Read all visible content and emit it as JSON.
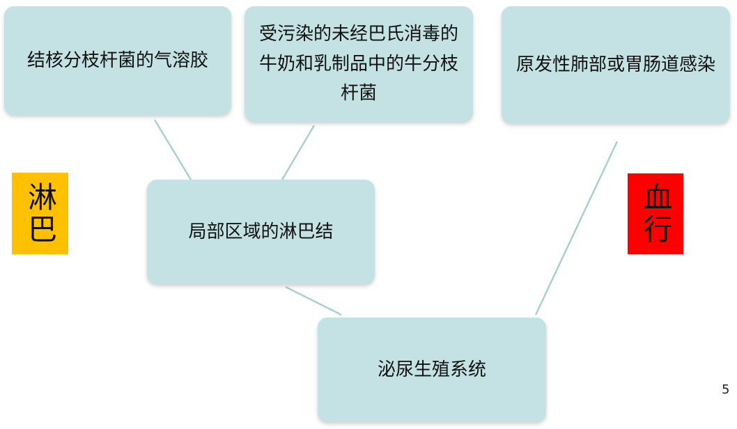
{
  "nodes": {
    "aerosol": {
      "text": "结核分枝杆菌的气溶胶"
    },
    "milk": {
      "lines": [
        "受污染的未经巴氏消毒的",
        "牛奶和乳制品中的牛分枝",
        "杆菌"
      ]
    },
    "infection": {
      "text": "原发性肺部或胃肠道感染"
    },
    "lymph_nodes": {
      "text": "局部区域的淋巴结"
    },
    "urogenital": {
      "text": "泌尿生殖系统"
    }
  },
  "labels": {
    "lymph": {
      "text": "淋巴",
      "color": "#ffc000"
    },
    "blood": {
      "text": "血行",
      "color": "#ff0000"
    }
  },
  "colors": {
    "box_fill": "#c4e2e3",
    "connector": "#a9cfd1"
  },
  "page_number": "5"
}
